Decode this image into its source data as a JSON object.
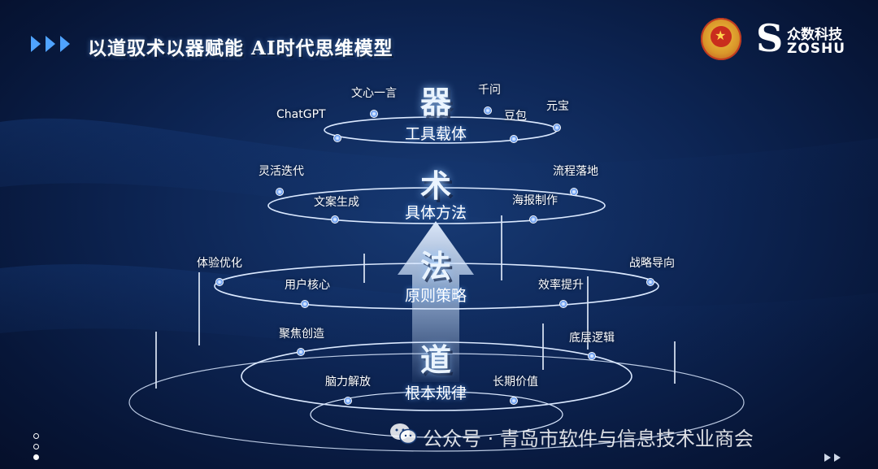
{
  "header": {
    "title": "以道驭术以器赋能  AI时代思维模型"
  },
  "logos": {
    "org_emblem": "cppcc-emblem-icon",
    "brand_mark": "S",
    "brand_cn": "众数科技",
    "brand_en": "ZOSHU"
  },
  "levels": {
    "qi": {
      "char": "器",
      "subtitle": "工具载体"
    },
    "shu": {
      "char": "术",
      "subtitle": "具体方法"
    },
    "fa": {
      "char": "法",
      "subtitle": "原则策略"
    },
    "dao": {
      "char": "道",
      "subtitle": "根本规律"
    }
  },
  "labels": {
    "wenxin": "文心一言",
    "qianwen": "千问",
    "chatgpt": "ChatGPT",
    "doubao": "豆包",
    "yuanbao": "元宝",
    "linghuo": "灵活迭代",
    "liucheng": "流程落地",
    "wenan": "文案生成",
    "haibao": "海报制作",
    "tiyan": "体验优化",
    "zhanlue": "战略导向",
    "yonghu": "用户核心",
    "xiaolv": "效率提升",
    "jujiao": "聚焦创造",
    "diceng": "底层逻辑",
    "naoli": "脑力解放",
    "changqi": "长期价值"
  },
  "watermark": {
    "icon": "wechat-icon",
    "text": "公众号 · 青岛市软件与信息技术业商会"
  },
  "colors": {
    "accent": "#4fa3ff",
    "background": "#0d2554",
    "node": "#bcd6ff"
  }
}
